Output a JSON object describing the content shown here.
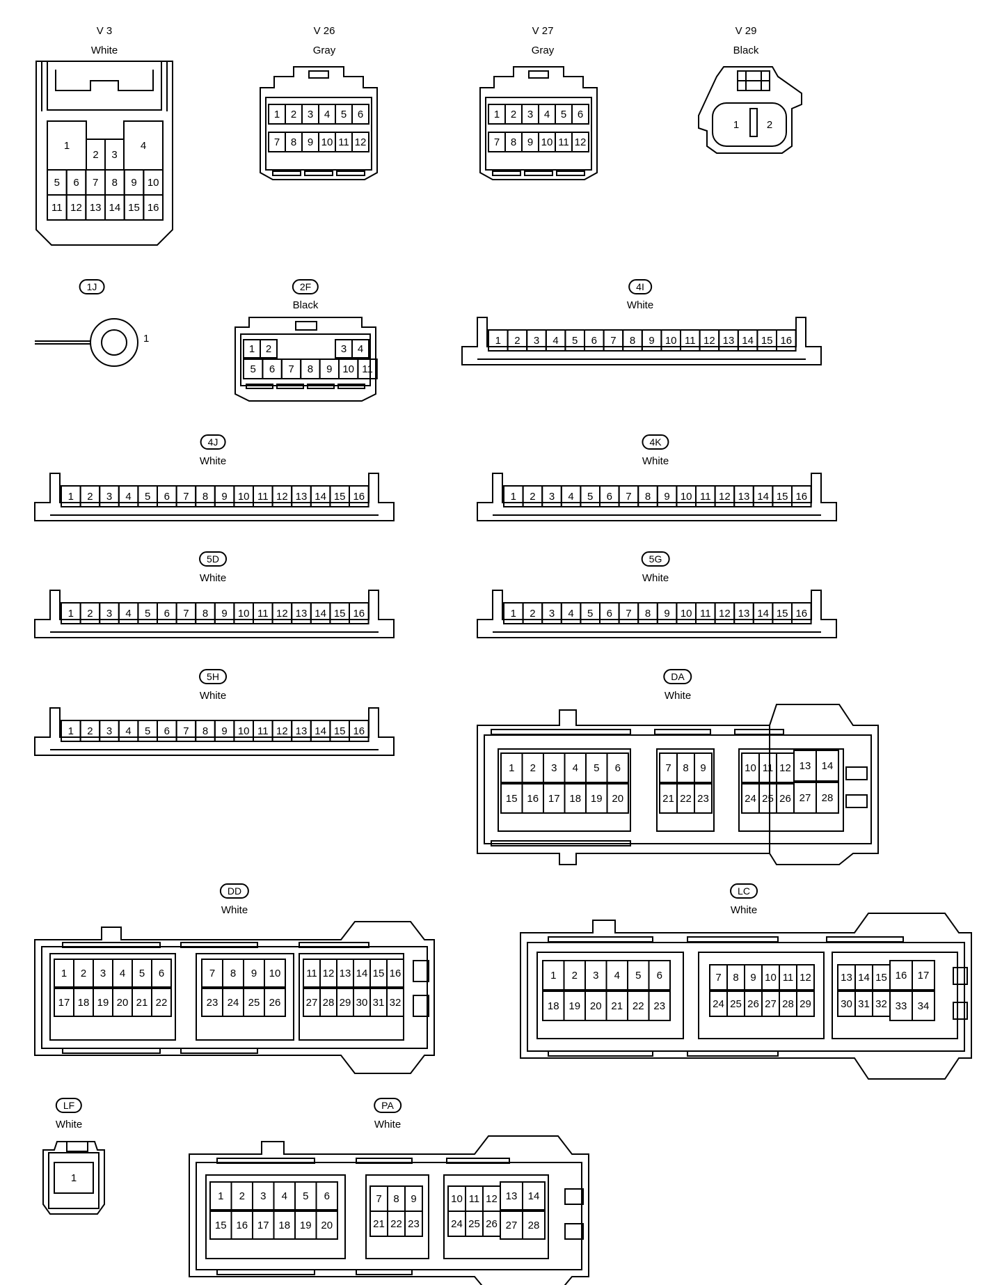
{
  "connectors": {
    "V3": {
      "code": "V 3",
      "color": "White"
    },
    "V26": {
      "code": "V 26",
      "color": "Gray"
    },
    "V27": {
      "code": "V 27",
      "color": "Gray"
    },
    "V29": {
      "code": "V 29",
      "color": "Black"
    },
    "1J": {
      "code": "1J",
      "pin": "1"
    },
    "2F": {
      "code": "2F",
      "color": "Black"
    },
    "4I": {
      "code": "4I",
      "color": "White"
    },
    "4J": {
      "code": "4J",
      "color": "White"
    },
    "4K": {
      "code": "4K",
      "color": "White"
    },
    "5D": {
      "code": "5D",
      "color": "White"
    },
    "5G": {
      "code": "5G",
      "color": "White"
    },
    "5H": {
      "code": "5H",
      "color": "White"
    },
    "DA": {
      "code": "DA",
      "color": "White"
    },
    "DD": {
      "code": "DD",
      "color": "White"
    },
    "LC": {
      "code": "LC",
      "color": "White"
    },
    "LF": {
      "code": "LF",
      "color": "White"
    },
    "PA": {
      "code": "PA",
      "color": "White"
    }
  },
  "pins": {
    "V3": [
      "1",
      "2",
      "3",
      "4",
      "5",
      "6",
      "7",
      "8",
      "9",
      "10",
      "11",
      "12",
      "13",
      "14",
      "15",
      "16"
    ],
    "V26": [
      "1",
      "2",
      "3",
      "4",
      "5",
      "6",
      "7",
      "8",
      "9",
      "10",
      "11",
      "12"
    ],
    "V27": [
      "1",
      "2",
      "3",
      "4",
      "5",
      "6",
      "7",
      "8",
      "9",
      "10",
      "11",
      "12"
    ],
    "V29": [
      "1",
      "2"
    ],
    "2F": [
      "1",
      "2",
      "3",
      "4",
      "5",
      "6",
      "7",
      "8",
      "9",
      "10",
      "11"
    ],
    "strip16": [
      "1",
      "2",
      "3",
      "4",
      "5",
      "6",
      "7",
      "8",
      "9",
      "10",
      "11",
      "12",
      "13",
      "14",
      "15",
      "16"
    ],
    "LF": [
      "1"
    ],
    "DA": [
      "1",
      "2",
      "3",
      "4",
      "5",
      "6",
      "15",
      "16",
      "17",
      "18",
      "19",
      "20",
      "7",
      "8",
      "9",
      "21",
      "22",
      "23",
      "10",
      "11",
      "12",
      "13",
      "14",
      "24",
      "25",
      "26",
      "27",
      "28"
    ],
    "DD": [
      "1",
      "2",
      "3",
      "4",
      "5",
      "6",
      "17",
      "18",
      "19",
      "20",
      "21",
      "22",
      "7",
      "8",
      "9",
      "10",
      "23",
      "24",
      "25",
      "26",
      "11",
      "12",
      "13",
      "14",
      "15",
      "16",
      "27",
      "28",
      "29",
      "30",
      "31",
      "32"
    ],
    "LC": [
      "1",
      "2",
      "3",
      "4",
      "5",
      "6",
      "18",
      "19",
      "20",
      "21",
      "22",
      "23",
      "7",
      "8",
      "9",
      "10",
      "11",
      "12",
      "24",
      "25",
      "26",
      "27",
      "28",
      "29",
      "13",
      "14",
      "15",
      "16",
      "17",
      "30",
      "31",
      "32",
      "33",
      "34"
    ],
    "PA": [
      "1",
      "2",
      "3",
      "4",
      "5",
      "6",
      "15",
      "16",
      "17",
      "18",
      "19",
      "20",
      "7",
      "8",
      "9",
      "21",
      "22",
      "23",
      "10",
      "11",
      "12",
      "13",
      "14",
      "24",
      "25",
      "26",
      "27",
      "28"
    ]
  }
}
